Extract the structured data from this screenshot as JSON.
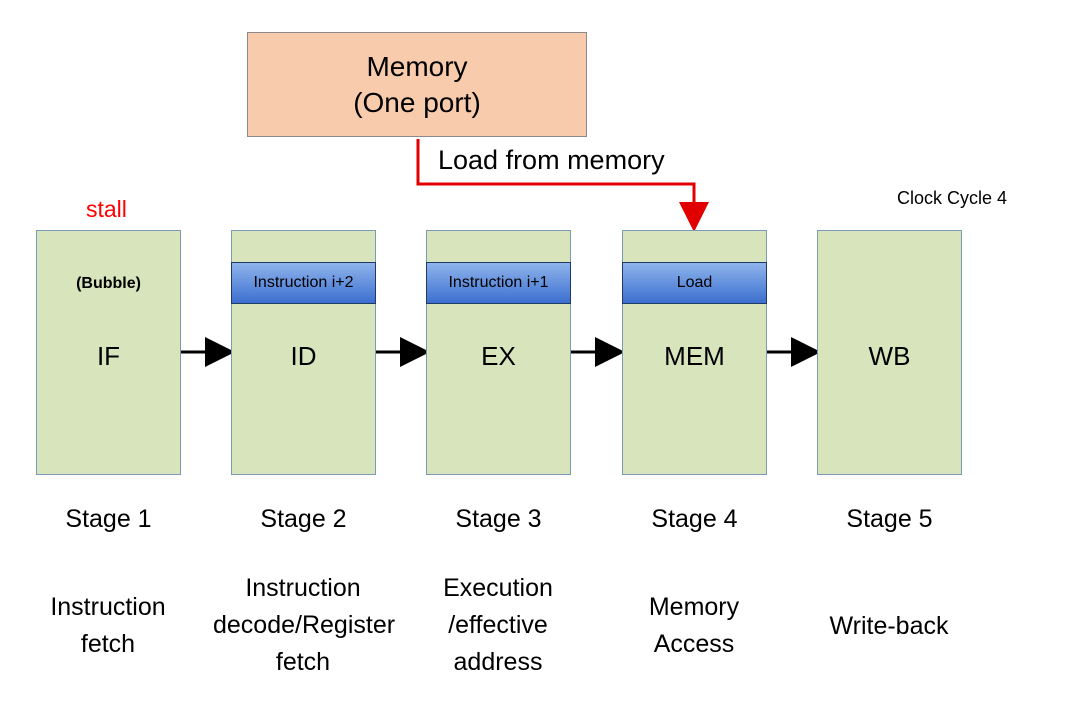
{
  "memory": {
    "line1": "Memory",
    "line2": "(One port)"
  },
  "load_label": "Load from memory",
  "stall_label": "stall",
  "clock_label": "Clock Cycle 4",
  "stages": [
    {
      "code": "IF",
      "content": "(Bubble)",
      "number": "Stage 1",
      "desc": [
        "Instruction",
        "fetch"
      ]
    },
    {
      "code": "ID",
      "content": "Instruction i+2",
      "number": "Stage 2",
      "desc": [
        "Instruction",
        "decode/Register",
        "fetch"
      ]
    },
    {
      "code": "EX",
      "content": "Instruction i+1",
      "number": "Stage 3",
      "desc": [
        "Execution",
        "/effective",
        "address"
      ]
    },
    {
      "code": "MEM",
      "content": "Load",
      "number": "Stage 4",
      "desc": [
        "Memory",
        "Access"
      ]
    },
    {
      "code": "WB",
      "content": "",
      "number": "Stage 5",
      "desc": [
        "Write-back"
      ]
    }
  ],
  "colors": {
    "memory_fill": "#f8cbad",
    "stage_fill": "#d8e4bc",
    "instr_fill": "#4472c4",
    "stall_text": "#ff0000",
    "load_arrow": "#e00000"
  }
}
